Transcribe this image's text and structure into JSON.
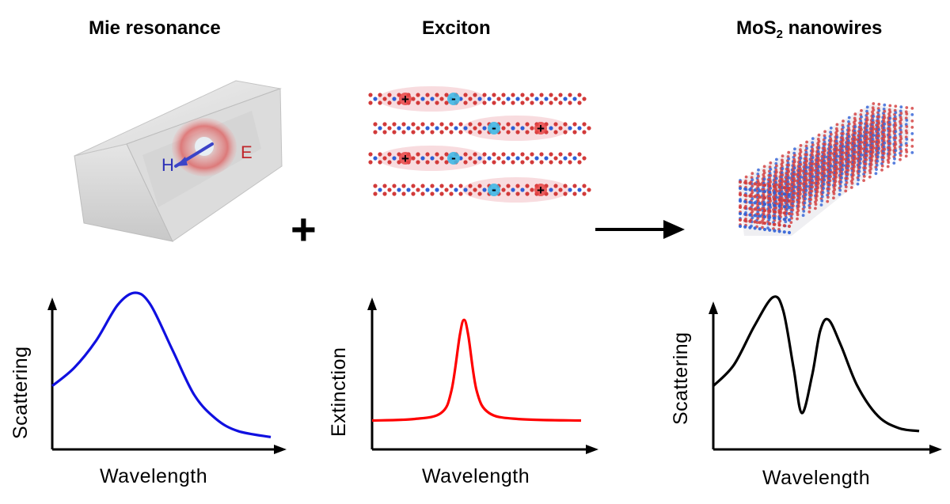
{
  "titles": {
    "mie": "Mie resonance",
    "exciton": "Exciton",
    "nanowires_main": "MoS",
    "nanowires_sub": "2",
    "nanowires_rest": " nanowires"
  },
  "operator_plus": "+",
  "mie_fields": {
    "e_label": "E",
    "h_label": "H"
  },
  "exciton_charges": {
    "positive": "+",
    "negative": "-"
  },
  "colors": {
    "mie_curve": "#1010e0",
    "exciton_curve": "#ff0000",
    "hybrid_curve": "#000000",
    "atom_red": "#d23a3a",
    "atom_blue": "#2e5fd6",
    "e_field": "#c0262b",
    "h_field": "#2b2fb7"
  },
  "chart_data": [
    {
      "type": "line",
      "title": "",
      "xlabel": "Wavelength",
      "ylabel": "Scattering",
      "description_shape": "single Mie resonance peak",
      "series": [
        {
          "values": [
            [
              0,
              0.38
            ],
            [
              0.1,
              0.5
            ],
            [
              0.2,
              0.68
            ],
            [
              0.3,
              0.92
            ],
            [
              0.38,
              1.0
            ],
            [
              0.45,
              0.92
            ],
            [
              0.55,
              0.62
            ],
            [
              0.65,
              0.32
            ],
            [
              0.75,
              0.16
            ],
            [
              0.85,
              0.08
            ],
            [
              1.0,
              0.04
            ]
          ]
        }
      ]
    },
    {
      "type": "line",
      "title": "",
      "xlabel": "Wavelength",
      "ylabel": "Extinction",
      "series": [
        {
          "values": [
            [
              0,
              0.15
            ],
            [
              0.2,
              0.16
            ],
            [
              0.33,
              0.2
            ],
            [
              0.38,
              0.35
            ],
            [
              0.42,
              0.72
            ],
            [
              0.44,
              0.82
            ],
            [
              0.46,
              0.72
            ],
            [
              0.5,
              0.35
            ],
            [
              0.56,
              0.2
            ],
            [
              0.7,
              0.16
            ],
            [
              1.0,
              0.15
            ]
          ]
        }
      ]
    },
    {
      "type": "line",
      "title": "",
      "xlabel": "Wavelength",
      "ylabel": "Scattering",
      "series": [
        {
          "values": [
            [
              0,
              0.38
            ],
            [
              0.1,
              0.52
            ],
            [
              0.2,
              0.78
            ],
            [
              0.29,
              0.97
            ],
            [
              0.34,
              0.88
            ],
            [
              0.39,
              0.5
            ],
            [
              0.43,
              0.2
            ],
            [
              0.48,
              0.45
            ],
            [
              0.52,
              0.75
            ],
            [
              0.56,
              0.82
            ],
            [
              0.62,
              0.65
            ],
            [
              0.7,
              0.38
            ],
            [
              0.8,
              0.18
            ],
            [
              0.9,
              0.1
            ],
            [
              1.0,
              0.08
            ]
          ]
        }
      ]
    }
  ]
}
